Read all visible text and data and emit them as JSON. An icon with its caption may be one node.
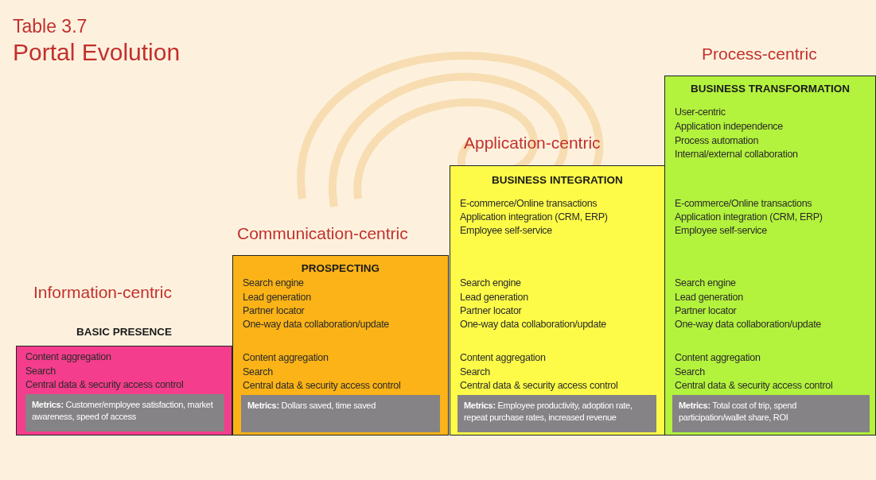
{
  "diagram": {
    "title": "Portal Evolution",
    "labels": [
      "Table 3.7"
    ],
    "nodes": [
      {
        "text": [
          "BASIC PRESENCE",
          "Content aggregation",
          "Search",
          "Central data & security access control"
        ],
        "beside": [
          "Information-centric"
        ]
      },
      {
        "text": [
          "**Metrics:** Customer/employee satisfaction, market awareness, speed of access"
        ],
        "in": 0
      },
      {
        "text": [
          "PROSPECTING",
          "Search engine",
          "Lead generation",
          "Partner locator",
          "One-way data collaboration/update",
          "Content aggregation",
          "Search",
          "Central data & security access control"
        ],
        "beside": [
          "Communication-centric"
        ]
      },
      {
        "text": [
          "**Metrics:** Dollars saved, time saved"
        ],
        "in": 2
      },
      {
        "text": [
          "BUSINESS INTEGRATION",
          "E-commerce/Online transactions",
          "Application integration (CRM, ERP)",
          "Employee self-service",
          "Search engine",
          "Lead generation",
          "Partner locator",
          "One-way data collaboration/update",
          "Content aggregation",
          "Search",
          "Central data & security access control"
        ],
        "beside": [
          "Application-centric"
        ]
      },
      {
        "text": [
          "**Metrics:** Employee productivity, adoption rate, repeat purchase rates, increased revenue"
        ],
        "in": 4
      },
      {
        "text": [
          "BUSINESS TRANSFORMATION",
          "User-centric",
          "Application independence",
          "Process automation",
          "Internal/external collaboration",
          "E-commerce/Online transactions",
          "Application integration (CRM, ERP)",
          "Employee self-service",
          "Search engine",
          "Lead generation",
          "Partner locator",
          "One-way data collaboration/update",
          "Content aggregation",
          "Search",
          "Central data & security access control"
        ],
        "beside": [
          "Process-centric"
        ]
      },
      {
        "text": [
          "**Metrics:** Total cost of trip, spend participation/wallet share, ROI"
        ],
        "in": 6
      }
    ],
    "edges": []
  }
}
